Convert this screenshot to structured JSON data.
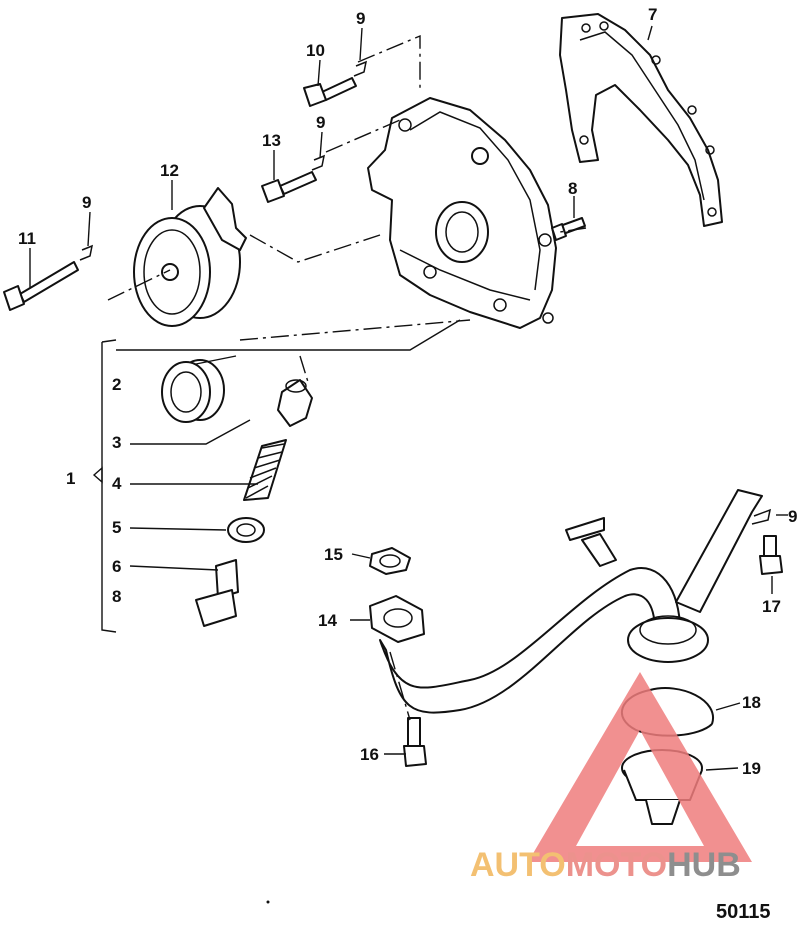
{
  "diagram": {
    "callouts": [
      "1",
      "2",
      "3",
      "4",
      "5",
      "6",
      "8",
      "7",
      "8",
      "9",
      "9",
      "9",
      "9",
      "10",
      "11",
      "12",
      "13",
      "14",
      "15",
      "16",
      "17",
      "18",
      "19"
    ],
    "figure_code": "50115"
  },
  "watermark": {
    "word_1": "AUTO",
    "word_2": "MOTO",
    "word_3": "HUB",
    "color_1": "#f2b65a",
    "color_2": "#e9807a",
    "color_3": "#7b7b7b",
    "triangle_color": "#ef7d7d"
  }
}
